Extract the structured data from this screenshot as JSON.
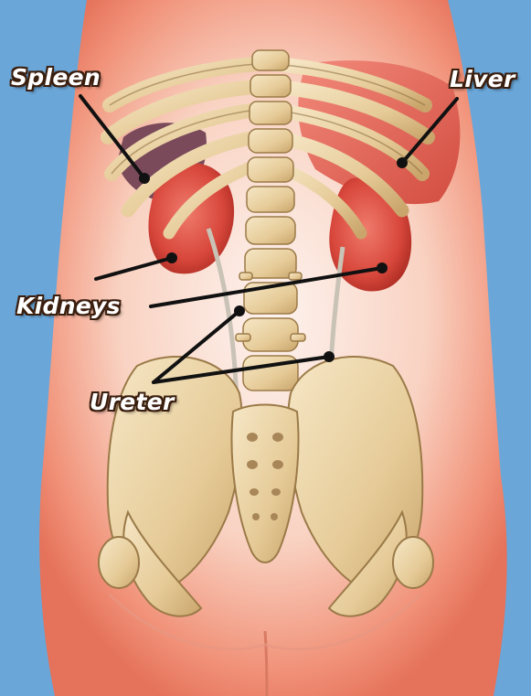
{
  "labels": {
    "spleen": "Spleen",
    "liver": "Liver",
    "kidneys": "Kidneys",
    "ureter": "Ureter"
  },
  "colors": {
    "background": "#6aa6d8",
    "skin": "#f3a58d",
    "bone": "#e9d3a6",
    "organ": "#d8473b",
    "leader_line": "#111111",
    "label_text": "#ffffff",
    "label_outline": "#3a1e0e"
  }
}
